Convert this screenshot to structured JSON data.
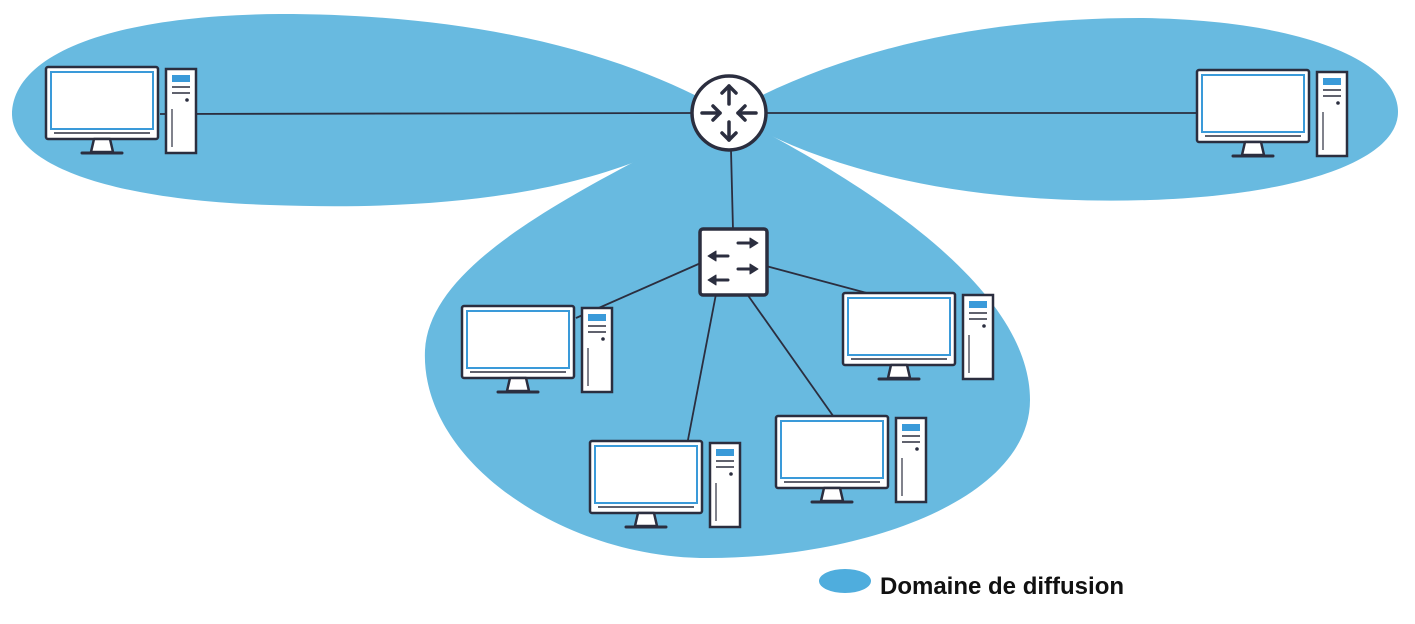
{
  "legend": {
    "label": "Domaine de diffusion"
  },
  "colors": {
    "broadcast_domain": "#68BAE0",
    "legend_swatch": "#4FADDD",
    "device_outline": "#2B2E3F",
    "screen_fill": "#ffffff",
    "tower_accent": "#3A9AD9",
    "link_line": "#2B2E3F"
  },
  "nodes": [
    {
      "id": "router",
      "kind": "router",
      "icon": "router-icon"
    },
    {
      "id": "switch",
      "kind": "switch",
      "icon": "switch-icon"
    },
    {
      "id": "pc-left",
      "kind": "computer",
      "icon": "computer-icon"
    },
    {
      "id": "pc-right",
      "kind": "computer",
      "icon": "computer-icon"
    },
    {
      "id": "pc-bottom-1",
      "kind": "computer",
      "icon": "computer-icon"
    },
    {
      "id": "pc-bottom-2",
      "kind": "computer",
      "icon": "computer-icon"
    },
    {
      "id": "pc-bottom-3",
      "kind": "computer",
      "icon": "computer-icon"
    },
    {
      "id": "pc-bottom-4",
      "kind": "computer",
      "icon": "computer-icon"
    }
  ],
  "links": [
    {
      "from": "router",
      "to": "pc-left"
    },
    {
      "from": "router",
      "to": "pc-right"
    },
    {
      "from": "router",
      "to": "switch"
    },
    {
      "from": "switch",
      "to": "pc-bottom-1"
    },
    {
      "from": "switch",
      "to": "pc-bottom-2"
    },
    {
      "from": "switch",
      "to": "pc-bottom-3"
    },
    {
      "from": "switch",
      "to": "pc-bottom-4"
    }
  ],
  "domains": [
    {
      "id": "domain-left",
      "members": [
        "pc-left"
      ]
    },
    {
      "id": "domain-right",
      "members": [
        "pc-right"
      ]
    },
    {
      "id": "domain-bottom",
      "members": [
        "switch",
        "pc-bottom-1",
        "pc-bottom-2",
        "pc-bottom-3",
        "pc-bottom-4"
      ]
    }
  ]
}
